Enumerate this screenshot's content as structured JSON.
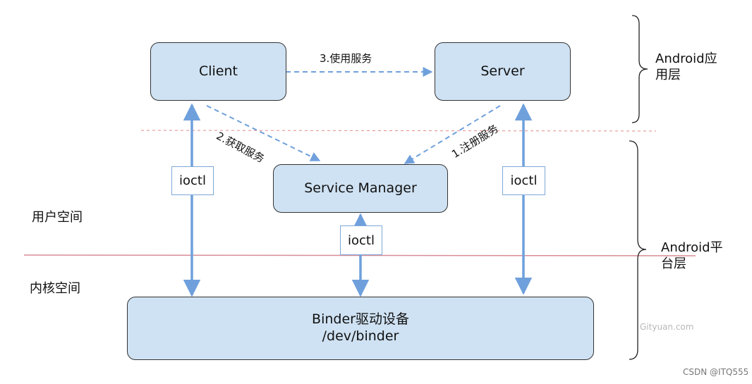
{
  "nodes": {
    "client": "Client",
    "server": "Server",
    "service_manager": "Service Manager",
    "binder_line1": "Binder驱动设备",
    "binder_line2": "/dev/binder"
  },
  "edges": {
    "use_service": "3.使用服务",
    "get_service": "2.获取服务",
    "register_service": "1.注册服务"
  },
  "ioctl": [
    "ioctl",
    "ioctl",
    "ioctl"
  ],
  "regions": {
    "user_space": "用户空间",
    "kernel_space": "内核空间"
  },
  "layers": {
    "app_line1": "Android应",
    "app_line2": "用层",
    "platform_line1": "Android平",
    "platform_line2": "台层"
  },
  "watermarks": {
    "gityuan": "Gityuan.com",
    "csdn": "CSDN @ITQ555"
  },
  "colors": {
    "box_fill": "#cfe2f3",
    "arrow": "#6fa0dc",
    "divider_app": "#e38a8a",
    "divider_kernel": "#d98c96"
  }
}
